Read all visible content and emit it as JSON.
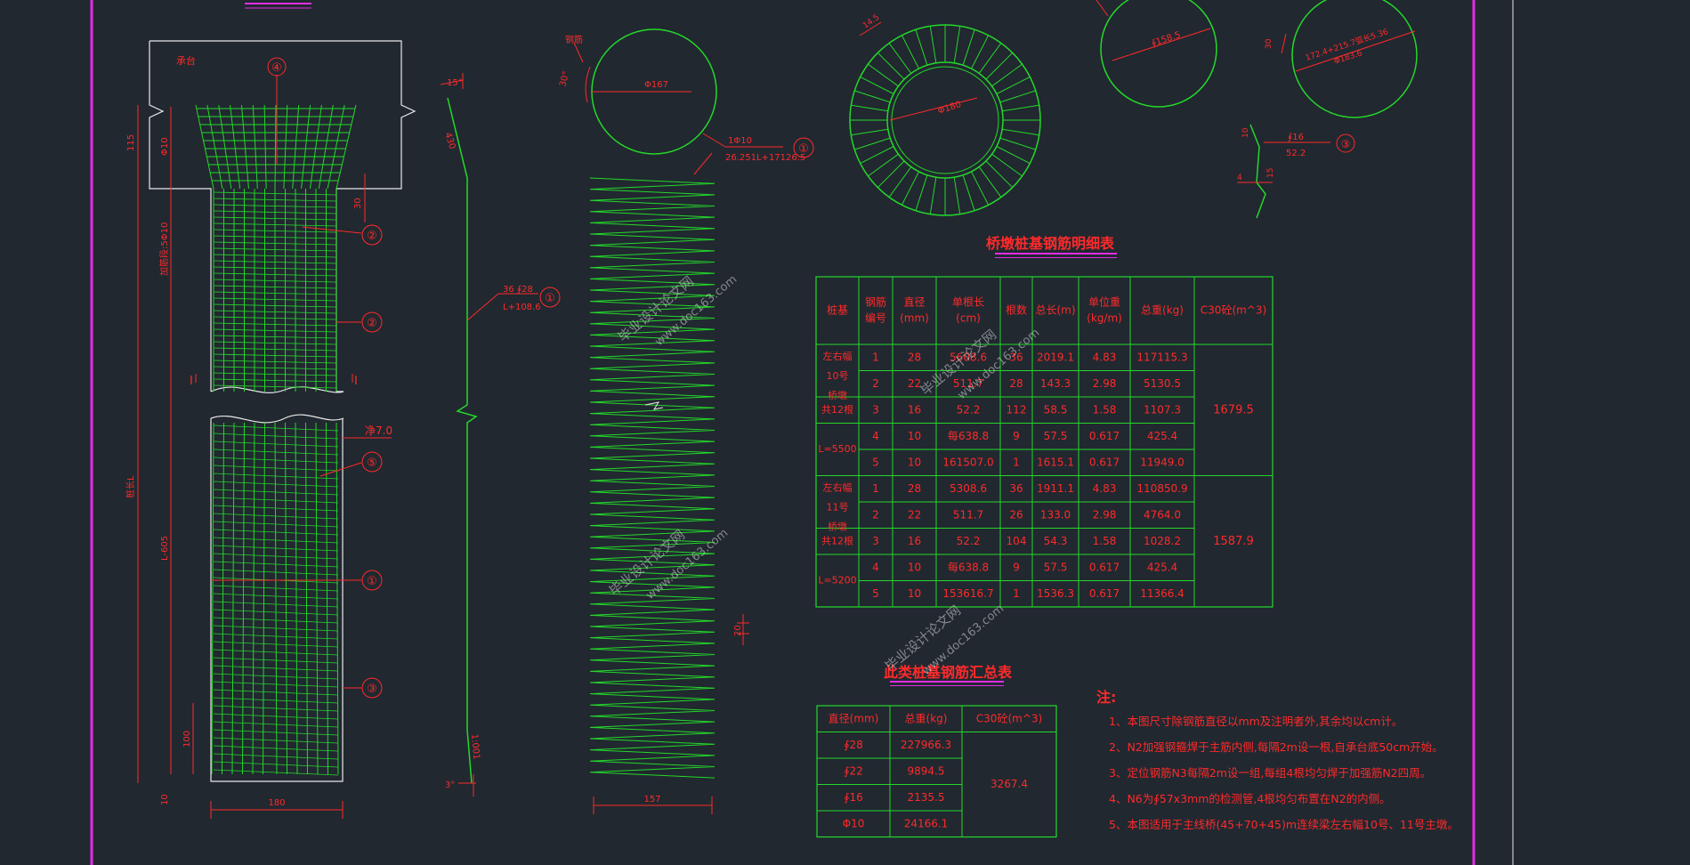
{
  "colors": {
    "background": "#212830",
    "rebar": "#24d82a",
    "annotation": "#ff2a2a",
    "outline": "#e9e9e9",
    "frame": "#e52ce5"
  },
  "elevation": {
    "cap_label": "承台",
    "callouts": [
      "④",
      "②",
      "②",
      "⑤",
      "①",
      "③"
    ],
    "dims": [
      "115",
      "Φ10",
      "加筋段:5Φ10",
      "L-605",
      "桩长L",
      "100",
      "10",
      "180",
      "30",
      "净7.0"
    ],
    "section_marks": [
      "Ⅰ",
      "Ⅰ"
    ]
  },
  "side_rebar": {
    "angle_top": "15°",
    "angle_bottom": "3°",
    "dim_top": "430",
    "dim_bottom": "1:001",
    "label_line1": "36 ∮28",
    "label_line2": "L+108.6",
    "callout": "①"
  },
  "spiral": {
    "dia": "Φ167",
    "label_line1": "1Φ10",
    "label_line2": "26.251L+17126.5",
    "callout": "①",
    "angle": "30°",
    "hook_label": "钢筋",
    "dim_width": "157",
    "dim_pitch": "20"
  },
  "ring": {
    "dia": "Φ180",
    "dim": "14.5"
  },
  "circle_a": {
    "label": "∮158.5"
  },
  "circle_b": {
    "dim": "30",
    "label_line1": "172.4+215.7弧长5.36",
    "label_line2": "Φ183.6"
  },
  "hook": {
    "dim1": "10",
    "dim2": "15",
    "dim3": "4",
    "label_line1": "∮16",
    "label_line2": "52.2",
    "callout": "③"
  },
  "detail_table": {
    "title": "桥墩桩基钢筋明细表",
    "headers": [
      "桩基",
      "钢筋编号",
      "直径(mm)",
      "单根长(cm)",
      "根数",
      "总长(m)",
      "单位重(kg/m)",
      "总重(kg)",
      "C30砼(m^3)"
    ],
    "group_labels": [
      "左右幅10号桥墩",
      "共12根",
      "L=5500",
      "左右幅11号桥墩",
      "共12根",
      "L=5200"
    ],
    "rows": [
      [
        "1",
        "28",
        "5608.6",
        "36",
        "2019.1",
        "4.83",
        "117115.3"
      ],
      [
        "2",
        "22",
        "511.7",
        "28",
        "143.3",
        "2.98",
        "5130.5"
      ],
      [
        "3",
        "16",
        "52.2",
        "112",
        "58.5",
        "1.58",
        "1107.3"
      ],
      [
        "4",
        "10",
        "每638.8",
        "9",
        "57.5",
        "0.617",
        "425.4"
      ],
      [
        "5",
        "10",
        "161507.0",
        "1",
        "1615.1",
        "0.617",
        "11949.0"
      ],
      [
        "1",
        "28",
        "5308.6",
        "36",
        "1911.1",
        "4.83",
        "110850.9"
      ],
      [
        "2",
        "22",
        "511.7",
        "26",
        "133.0",
        "2.98",
        "4764.0"
      ],
      [
        "3",
        "16",
        "52.2",
        "104",
        "54.3",
        "1.58",
        "1028.2"
      ],
      [
        "4",
        "10",
        "每638.8",
        "9",
        "57.5",
        "0.617",
        "425.4"
      ],
      [
        "5",
        "10",
        "153616.7",
        "1",
        "1536.3",
        "0.617",
        "11366.4"
      ]
    ],
    "concrete": [
      "1679.5",
      "1587.9"
    ]
  },
  "summary_table": {
    "title": "此类桩基钢筋汇总表",
    "headers": [
      "直径(mm)",
      "总重(kg)",
      "C30砼(m^3)"
    ],
    "rows": [
      [
        "∮28",
        "227966.3"
      ],
      [
        "∮22",
        "9894.5"
      ],
      [
        "∮16",
        "2135.5"
      ],
      [
        "Φ10",
        "24166.1"
      ]
    ],
    "concrete": "3267.4"
  },
  "notes": {
    "heading": "注:",
    "items": [
      "1、本图尺寸除钢筋直径以mm及注明者外,其余均以cm计。",
      "2、N2加强钢箍焊于主筋内侧,每隔2m设一根,自承台底50cm开始。",
      "3、定位钢筋N3每隔2m设一组,每组4根均匀焊于加强筋N2四周。",
      "4、N6为∮57x3mm的检测管,4根均匀布置在N2的内侧。",
      "5、本图适用于主线桥(45+70+45)m连续梁左右幅10号、11号主墩。"
    ]
  },
  "watermark": [
    "毕业设计论文网",
    "www.doc163.com"
  ]
}
